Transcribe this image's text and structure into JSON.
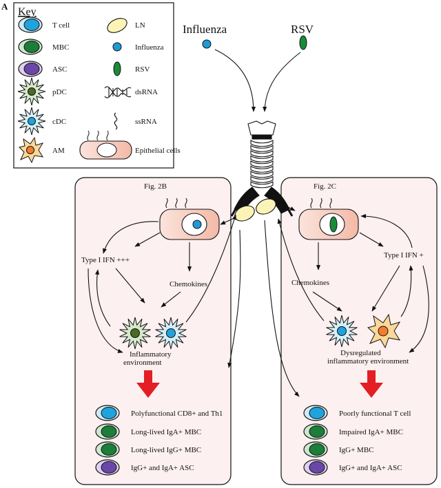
{
  "panel_label": "A",
  "key": {
    "title": "Key",
    "items": [
      {
        "label": "T cell",
        "icon": "t-cell-icon"
      },
      {
        "label": "MBC",
        "icon": "mbc-icon"
      },
      {
        "label": "ASC",
        "icon": "asc-icon"
      },
      {
        "label": "pDC",
        "icon": "pdc-icon"
      },
      {
        "label": "cDC",
        "icon": "cdc-icon"
      },
      {
        "label": "AM",
        "icon": "am-icon"
      },
      {
        "label": "LN",
        "icon": "ln-icon"
      },
      {
        "label": "Influenza",
        "icon": "influenza-icon"
      },
      {
        "label": "RSV",
        "icon": "rsv-icon"
      },
      {
        "label": "dsRNA",
        "icon": "dsrna-icon"
      },
      {
        "label": "ssRNA",
        "icon": "ssrna-icon"
      },
      {
        "label": "Epithelial cells",
        "icon": "epithelial-cell-icon"
      }
    ]
  },
  "virus_labels": {
    "influenza": "Influenza",
    "rsv": "RSV"
  },
  "left_panel": {
    "title": "Fig. 2B",
    "ifn": "Type I IFN +++",
    "chemokines": "Chemokines",
    "environment_line1": "Inflammatory",
    "environment_line2": "environment",
    "outcomes": [
      "Polyfunctional CD8+ and Th1",
      "Long-lived IgA+ MBC",
      "Long-lived IgG+ MBC",
      "IgG+ and IgA+ ASC"
    ]
  },
  "right_panel": {
    "title": "Fig. 2C",
    "ifn": "Type I IFN +",
    "chemokines": "Chemokines",
    "environment_line1": "Dysregulated",
    "environment_line2": "inflammatory environment",
    "outcomes": [
      "Poorly functional T cell",
      "Impaired IgA+ MBC",
      "IgG+ MBC",
      "IgG+ and IgA+ ASC"
    ]
  },
  "colors": {
    "panel_bg": "#fdf0f0",
    "t_cell": "#1fa3dc",
    "t_cell_outer": "#cfe9f5",
    "mbc": "#1d7d3a",
    "mbc_outer": "#cde8cf",
    "asc": "#6a47a8",
    "asc_outer": "#ddd2ee",
    "pdc": "#4b6b23",
    "pdc_outer": "#d6e8cd",
    "cdc": "#1fa3dc",
    "cdc_outer": "#d6eef6",
    "am": "#f47c2f",
    "am_outer": "#fbd79a",
    "ln": "#fbf4b6",
    "influenza": "#1f9ad6",
    "rsv": "#1b8a3a",
    "epithelial": "#f6c7b9",
    "arrow_red": "#e31e24"
  }
}
